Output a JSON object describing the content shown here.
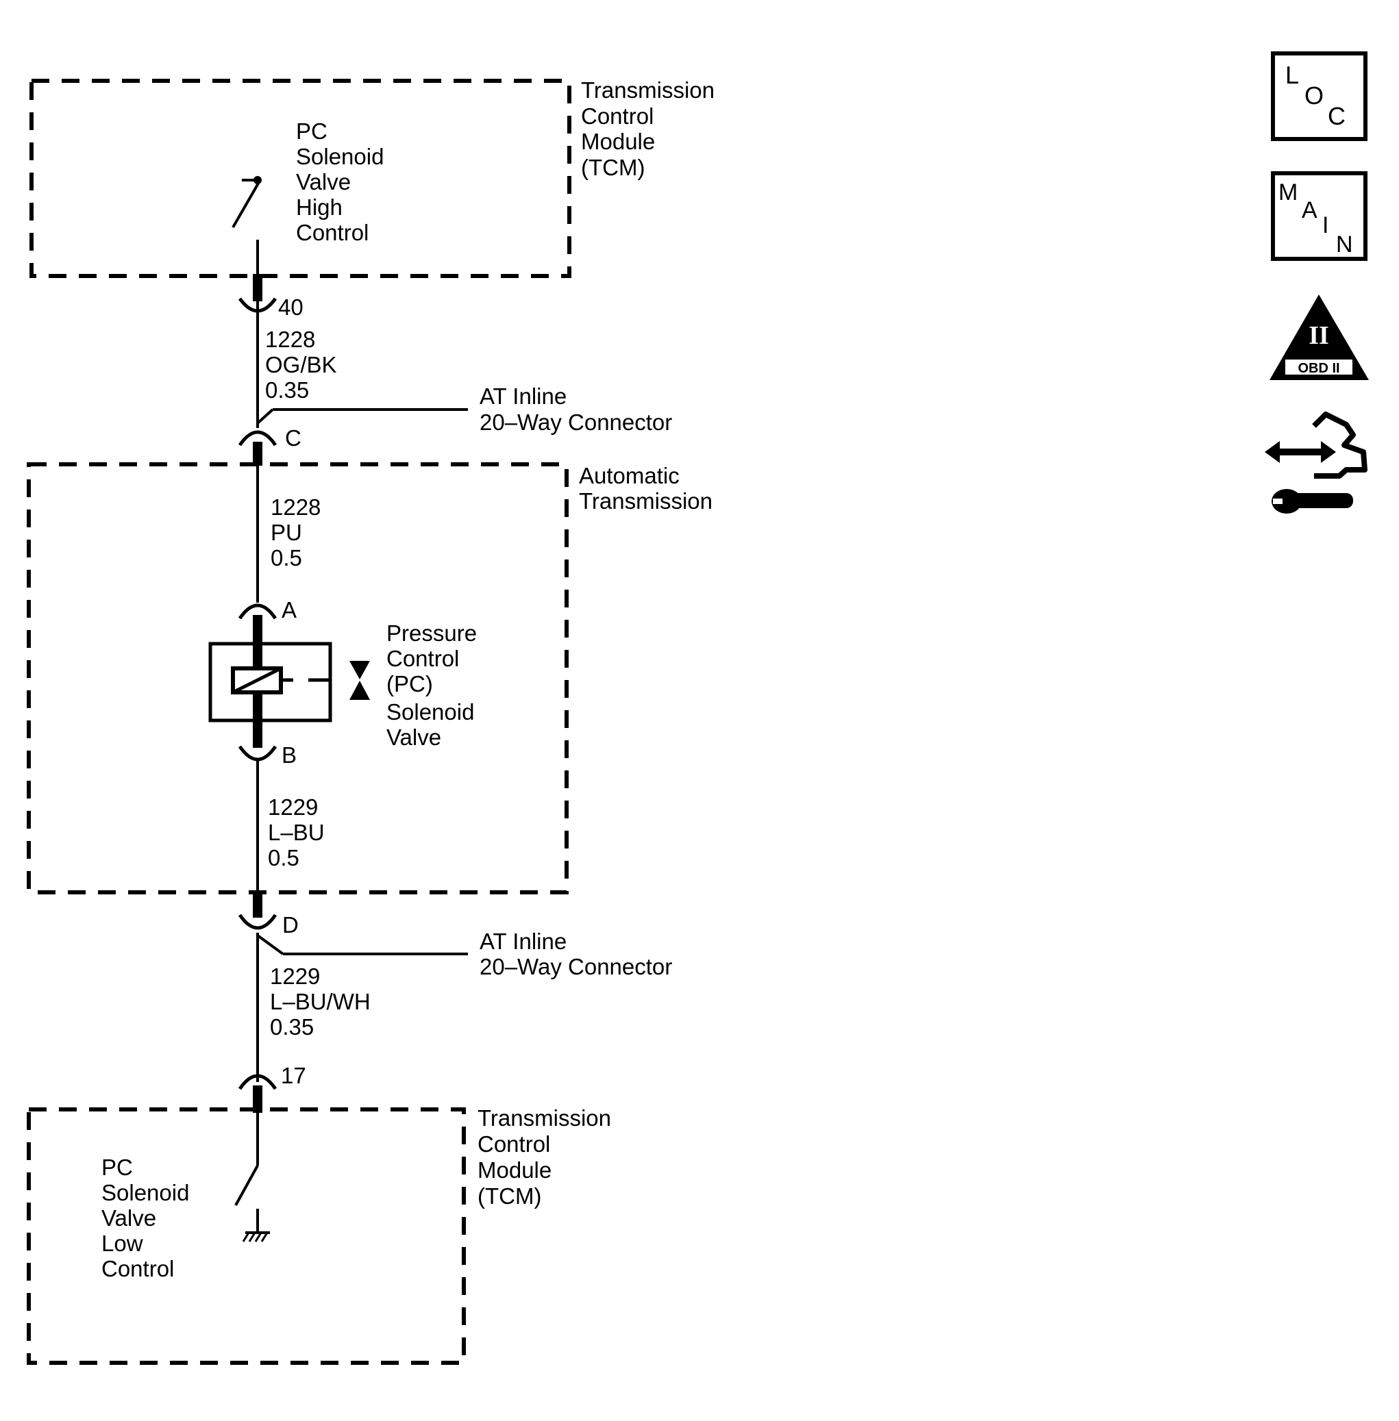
{
  "tcm_top": {
    "module_label": [
      "Transmission",
      "Control",
      "Module",
      "(TCM)"
    ],
    "switch_label": [
      "PC",
      "Solenoid",
      "Valve",
      "High",
      "Control"
    ]
  },
  "pin_40": "40",
  "wire_1228_tcm": [
    "1228",
    "OG/BK",
    "0.35"
  ],
  "connector_c": {
    "pin": "C",
    "label": [
      "AT Inline",
      "20–Way Connector"
    ]
  },
  "auto_trans": {
    "label": [
      "Automatic",
      "Transmission"
    ],
    "wire_1228": [
      "1228",
      "PU",
      "0.5"
    ],
    "pin_a": "A",
    "solenoid_label": [
      "Pressure",
      "Control",
      "(PC)",
      "Solenoid",
      "Valve"
    ],
    "pin_b": "B",
    "wire_1229": [
      "1229",
      "L–BU",
      "0.5"
    ]
  },
  "connector_d": {
    "pin": "D",
    "label": [
      "AT Inline",
      "20–Way Connector"
    ]
  },
  "wire_1229_tcm": [
    "1229",
    "L–BU/WH",
    "0.35"
  ],
  "pin_17": "17",
  "tcm_bottom": {
    "module_label": [
      "Transmission",
      "Control",
      "Module",
      "(TCM)"
    ],
    "switch_label": [
      "PC",
      "Solenoid",
      "Valve",
      "Low",
      "Control"
    ]
  },
  "nav_icons": {
    "loc": [
      "L",
      "O",
      "C"
    ],
    "main": [
      "M",
      "A",
      "I",
      "N"
    ],
    "obd": {
      "numeral": "II",
      "caption": "OBD II"
    },
    "component_icon": "connector-wrench-icon"
  }
}
